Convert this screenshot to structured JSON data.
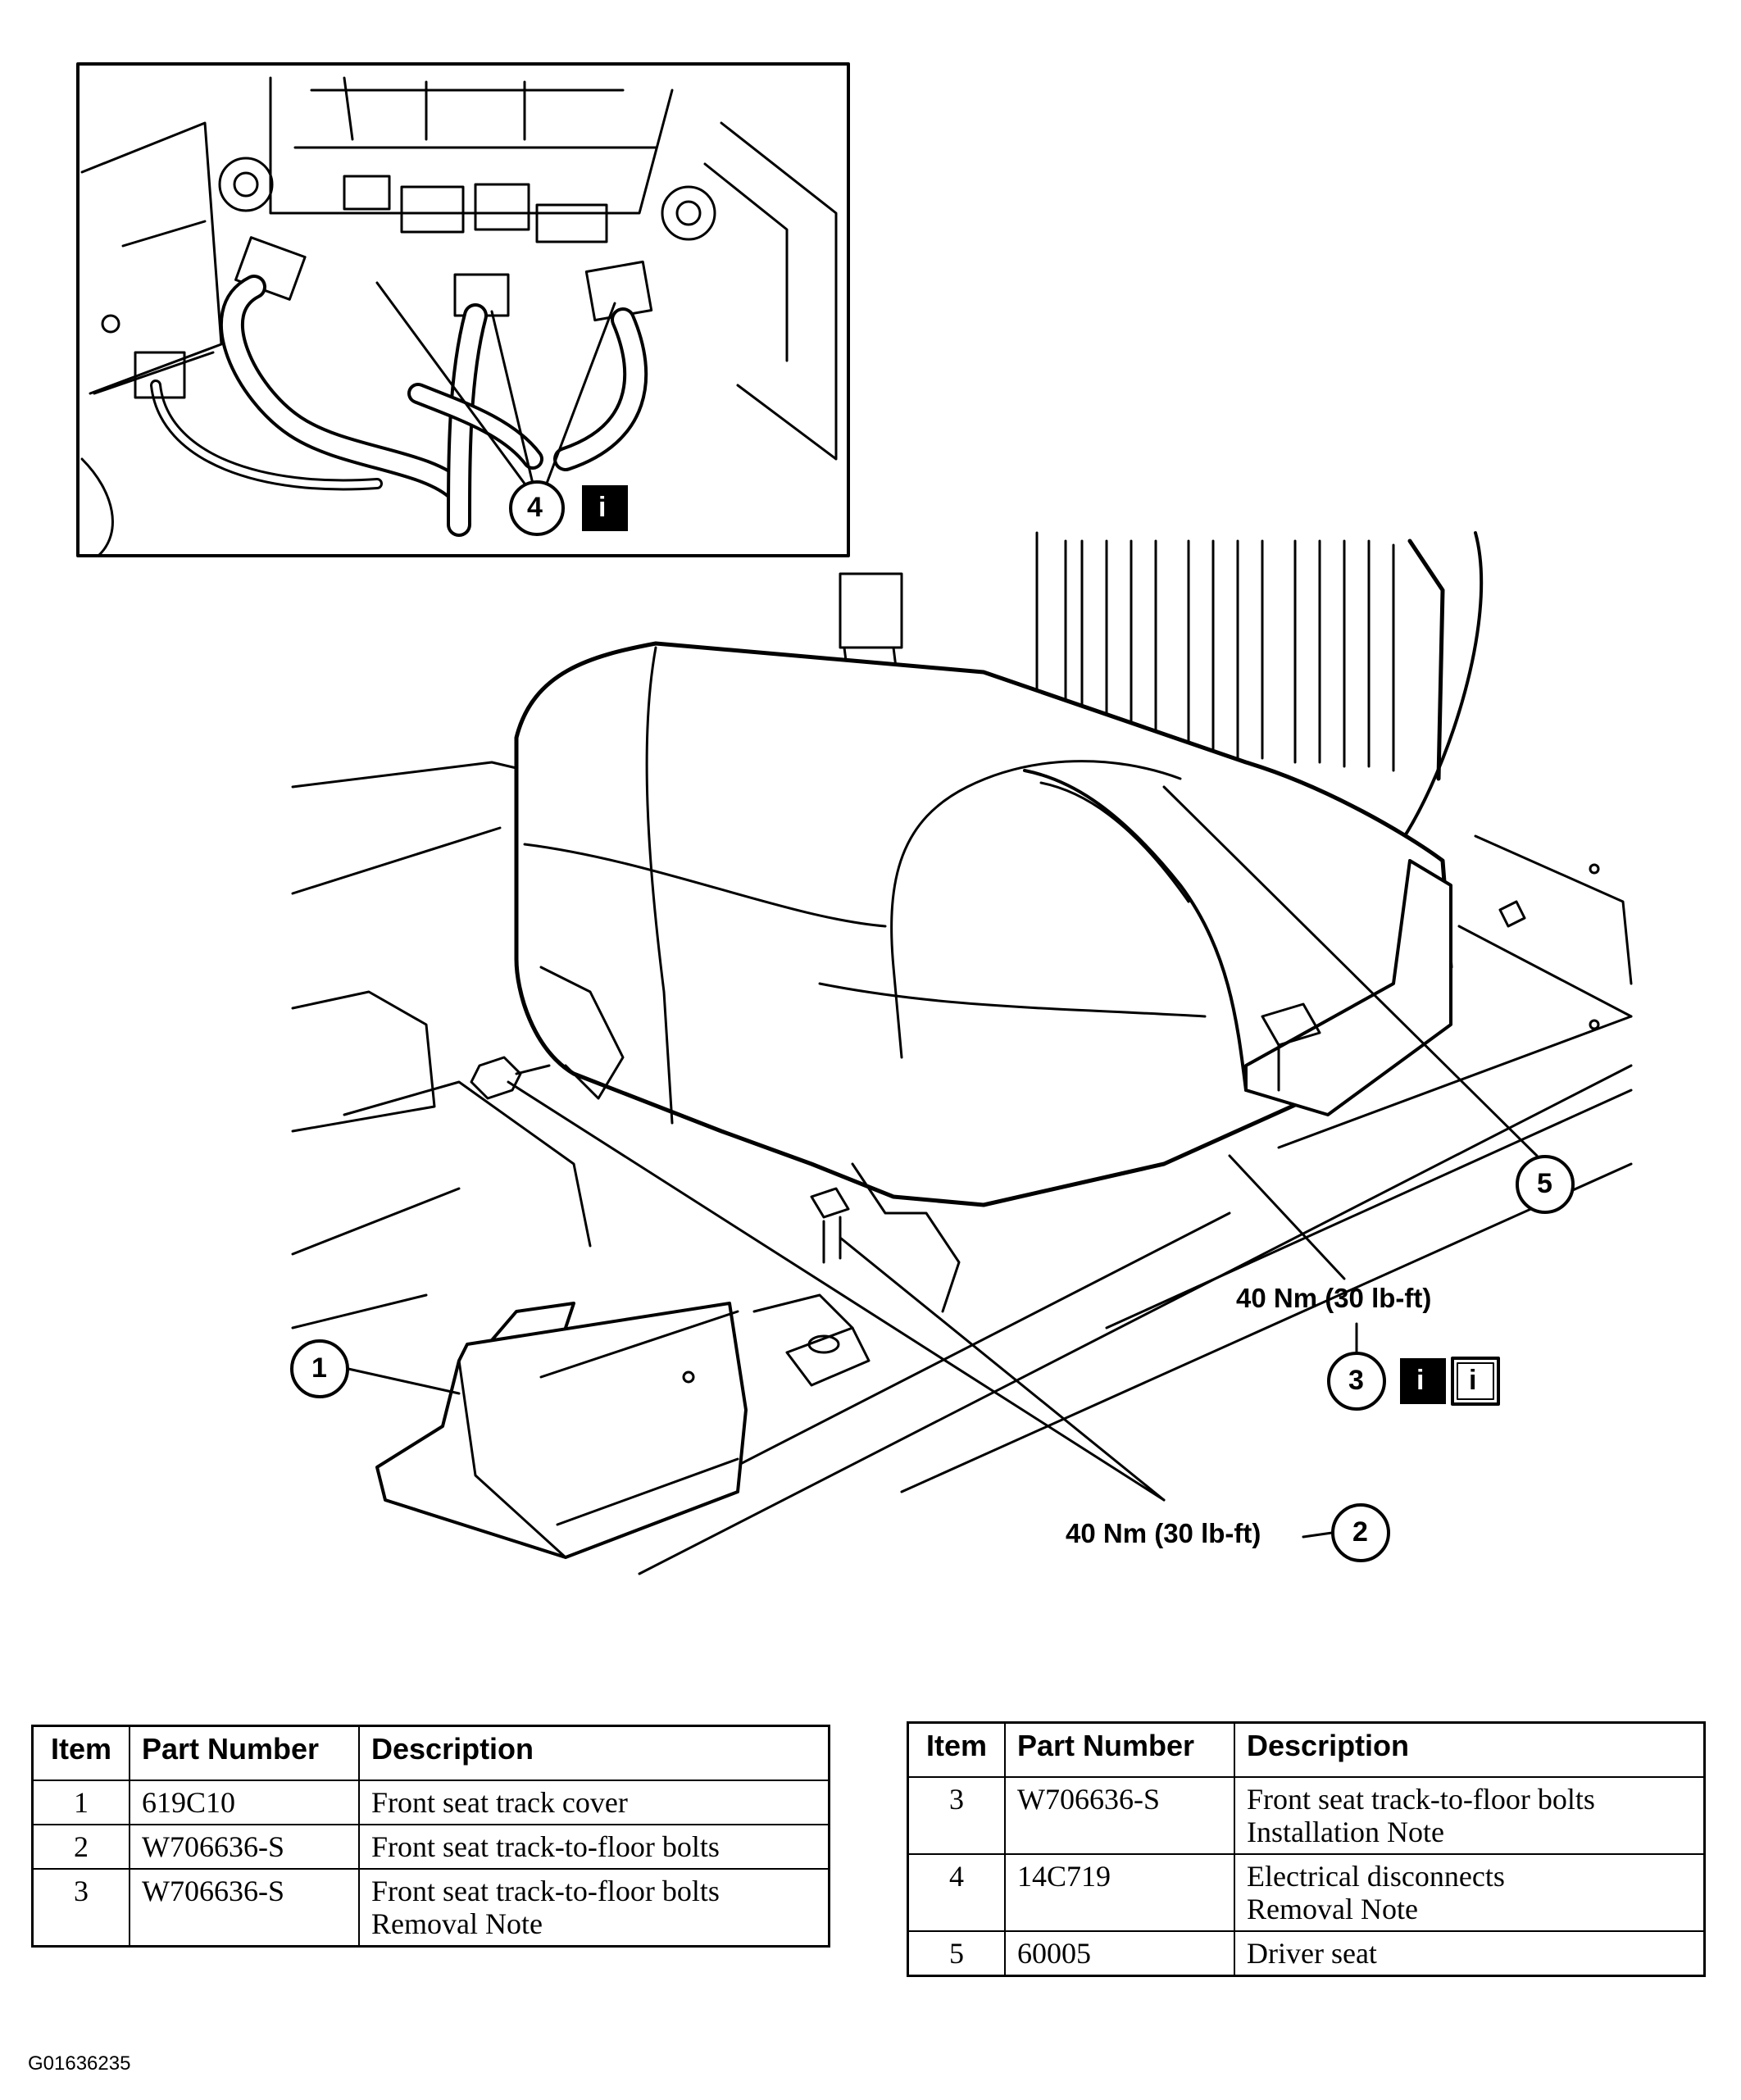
{
  "callouts": {
    "c1": "1",
    "c2": "2",
    "c3": "3",
    "c4": "4",
    "c5": "5"
  },
  "info_icon_glyph": "i",
  "torque": {
    "upper": "40 Nm (30 lb-ft)",
    "lower": "40 Nm (30 lb-ft)"
  },
  "table_left": {
    "headers": [
      "Item",
      "Part Number",
      "Description"
    ],
    "rows": [
      {
        "item": "1",
        "part": "619C10",
        "desc1": "Front seat track cover",
        "desc2": ""
      },
      {
        "item": "2",
        "part": "W706636-S",
        "desc1": "Front seat track-to-floor bolts",
        "desc2": ""
      },
      {
        "item": "3",
        "part": "W706636-S",
        "desc1": "Front seat track-to-floor bolts",
        "desc2": "Removal Note"
      }
    ]
  },
  "table_right": {
    "headers": [
      "Item",
      "Part Number",
      "Description"
    ],
    "rows": [
      {
        "item": "3",
        "part": "W706636-S",
        "desc1": "Front seat track-to-floor bolts",
        "desc2": "Installation Note"
      },
      {
        "item": "4",
        "part": "14C719",
        "desc1": "Electrical disconnects",
        "desc2": "Removal Note"
      },
      {
        "item": "5",
        "part": "60005",
        "desc1": "Driver seat",
        "desc2": ""
      }
    ]
  },
  "figure_id": "G01636235"
}
